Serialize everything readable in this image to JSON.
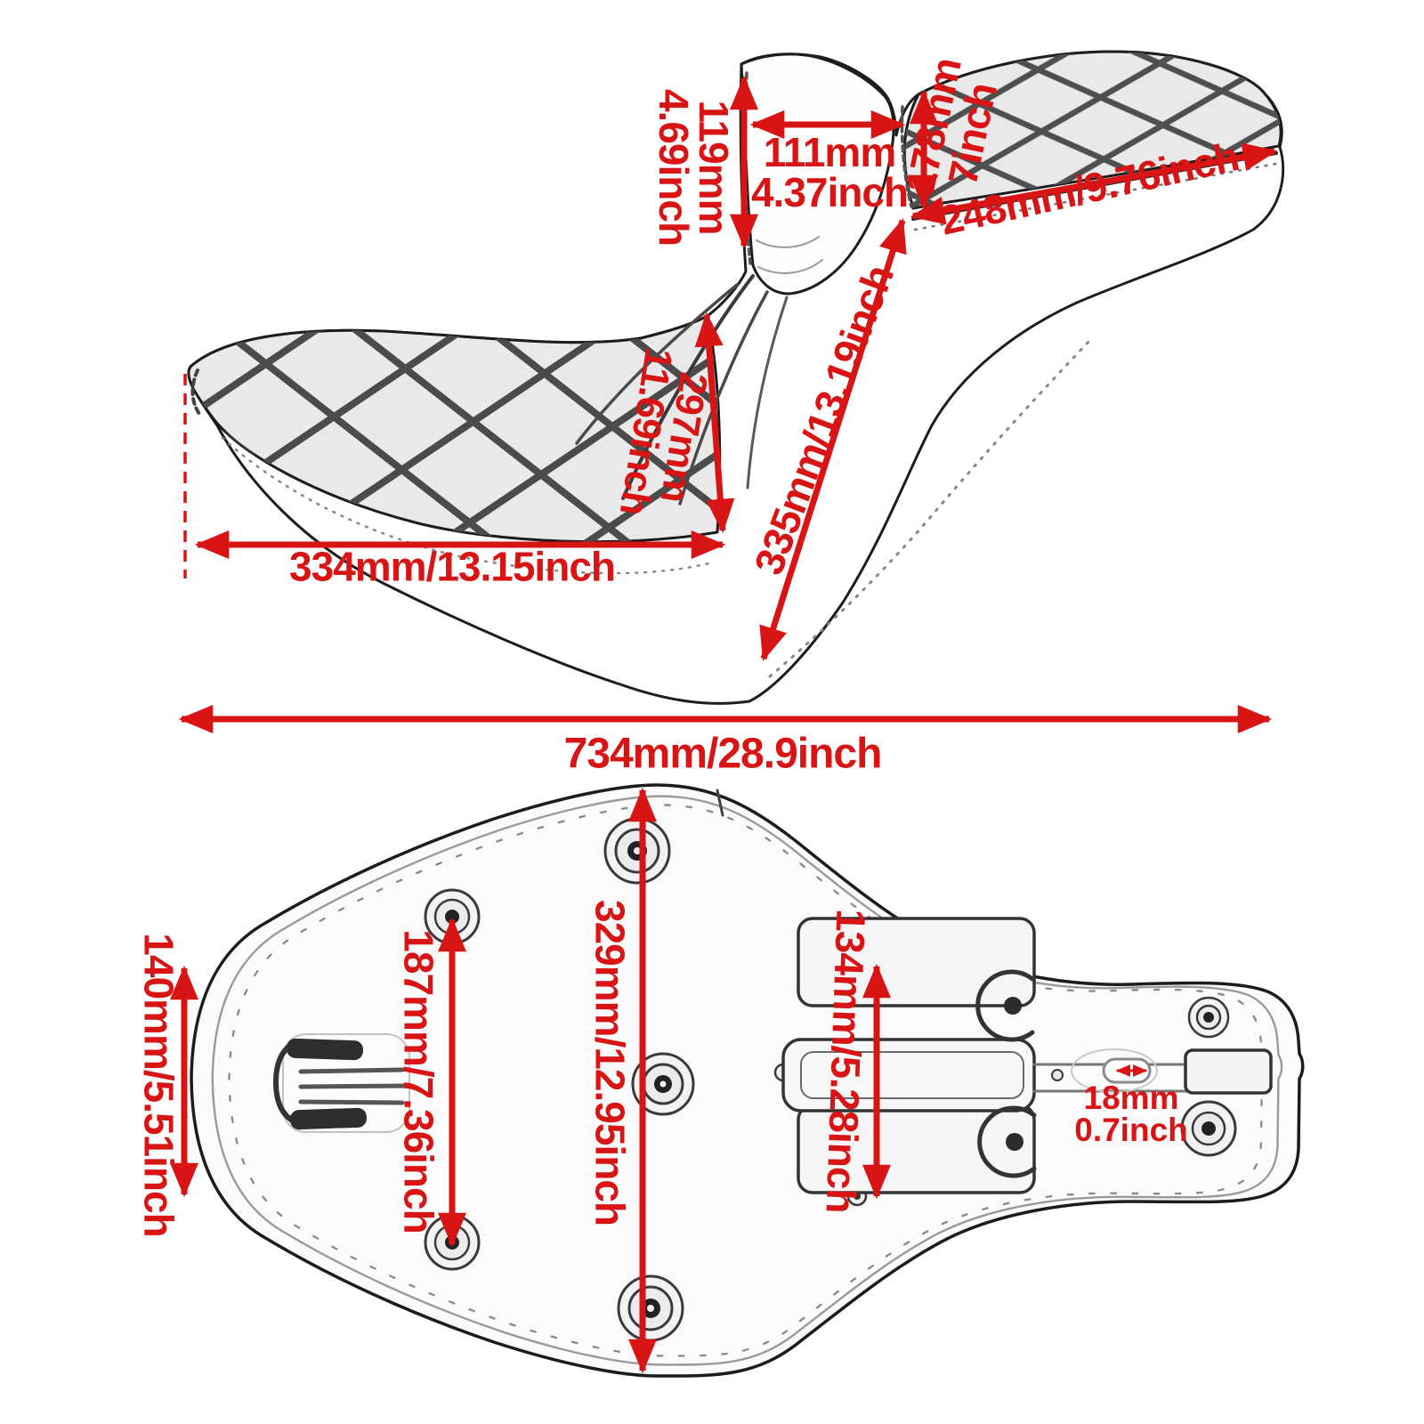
{
  "meta": {
    "description": "Motorcycle two-up seat dimension diagram: hand-sketched side profile view (top) and seat-pan underside view (bottom) with red dimension arrows",
    "accent_color": "#d91414",
    "ink_color": "#1d1d1d"
  },
  "side_view": {
    "front_backrest_height": {
      "mm": "119mm",
      "inch": "4.69inch"
    },
    "front_backrest_top_width": {
      "mm": "111mm",
      "inch": "4.37inch"
    },
    "passenger_pad_width": {
      "mm": "178mm",
      "inch": "7inch"
    },
    "passenger_pad_length": {
      "text": "248mm/9.76inch"
    },
    "driver_seat_depth": {
      "mm": "297mm",
      "inch": "11.69inch"
    },
    "mid_section_length": {
      "text": "335mm/13.19inch"
    },
    "driver_pad_length": {
      "text": "334mm/13.15inch"
    },
    "overall_length": {
      "text": "734mm/28.9inch"
    }
  },
  "bottom_view": {
    "front_width": {
      "text": "140mm/5.51inch"
    },
    "front_bolt_spacing": {
      "text": "187mm/7.36inch"
    },
    "pan_length": {
      "text": "329mm/12.95inch"
    },
    "rear_bracket_spacing": {
      "text": "134mm/5.28inch"
    },
    "slot_width": {
      "mm": "18mm",
      "inch": "0.7inch"
    }
  }
}
